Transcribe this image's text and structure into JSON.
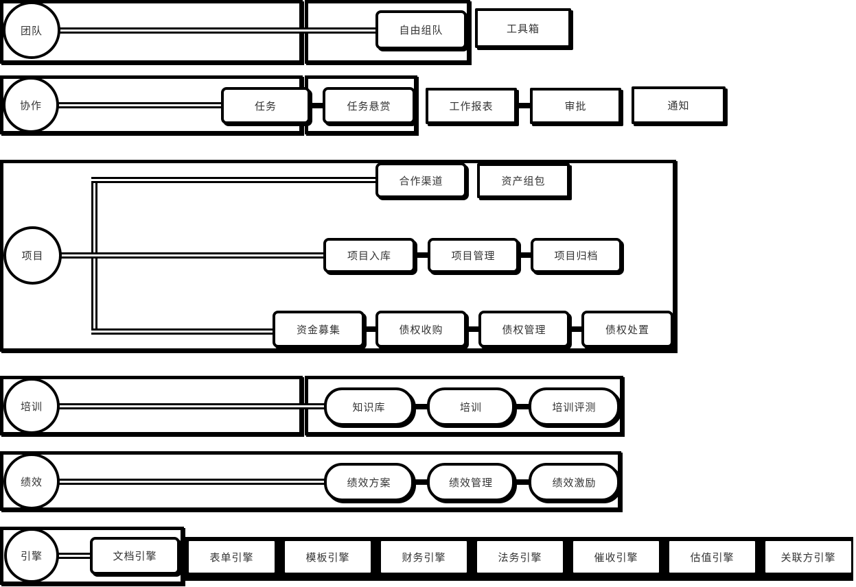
{
  "colors": {
    "ink": "#000000",
    "text": "#333333",
    "background": "#ffffff"
  },
  "r1": {
    "circle": "团队",
    "free_team": "自由组队",
    "toolbox": "工具箱"
  },
  "r2": {
    "circle": "协作",
    "task": "任务",
    "task_bounty": "任务悬赏",
    "work_report": "工作报表",
    "approval": "审批",
    "notice": "通知"
  },
  "r3": {
    "circle": "项目",
    "coop_channel": "合作渠道",
    "asset_package": "资产组包",
    "project_intake": "项目入库",
    "project_mgmt": "项目管理",
    "project_archive": "项目归档",
    "fundraising": "资金募集",
    "debt_acquisition": "债权收购",
    "debt_mgmt": "债权管理",
    "debt_disposal": "债权处置"
  },
  "r4": {
    "circle": "培训",
    "knowledge_base": "知识库",
    "training": "培训",
    "training_eval": "培训评测"
  },
  "r5": {
    "circle": "绩效",
    "perf_plan": "绩效方案",
    "perf_mgmt": "绩效管理",
    "perf_incentive": "绩效激励"
  },
  "r6": {
    "circle": "引擎",
    "doc_engine": "文档引擎",
    "engines": [
      "表单引擎",
      "模板引擎",
      "财务引擎",
      "法务引擎",
      "催收引擎",
      "估值引擎",
      "关联方引擎"
    ]
  }
}
